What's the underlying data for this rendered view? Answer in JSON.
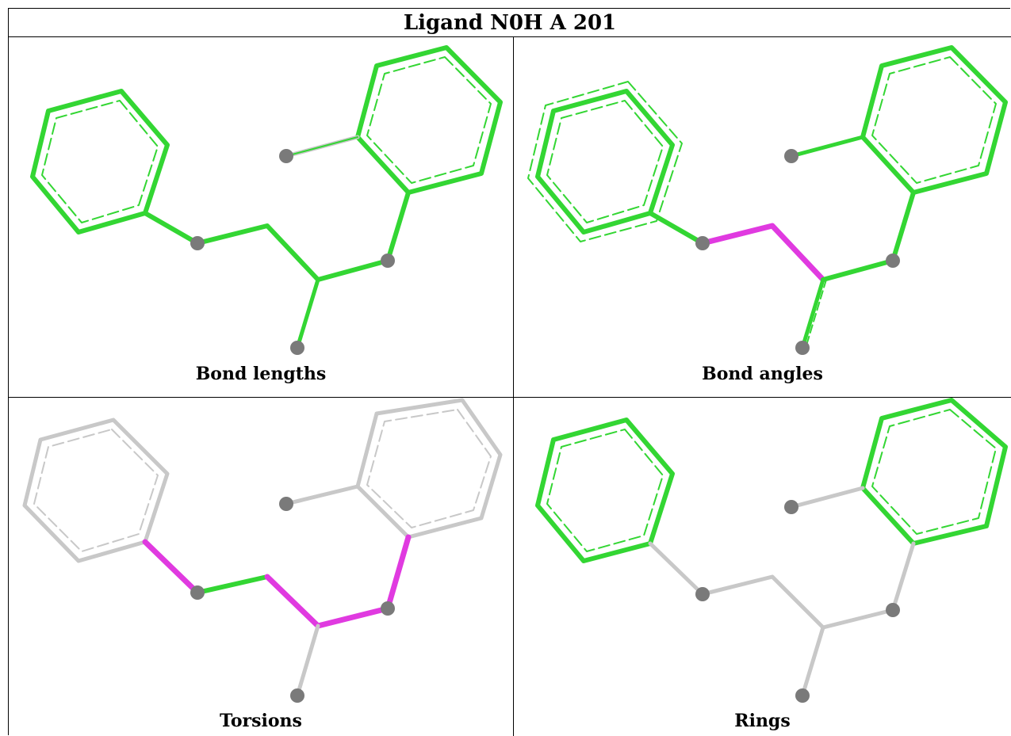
{
  "title": "Ligand N0H A 201",
  "panels": [
    {
      "caption": "Bond lengths"
    },
    {
      "caption": "Bond angles"
    },
    {
      "caption": "Torsions"
    },
    {
      "caption": "Rings"
    }
  ],
  "colors": {
    "green": "#33d633",
    "magenta": "#e03ae0",
    "gray_bond": "#c8c8c8",
    "atom": "#7a7a7a"
  }
}
